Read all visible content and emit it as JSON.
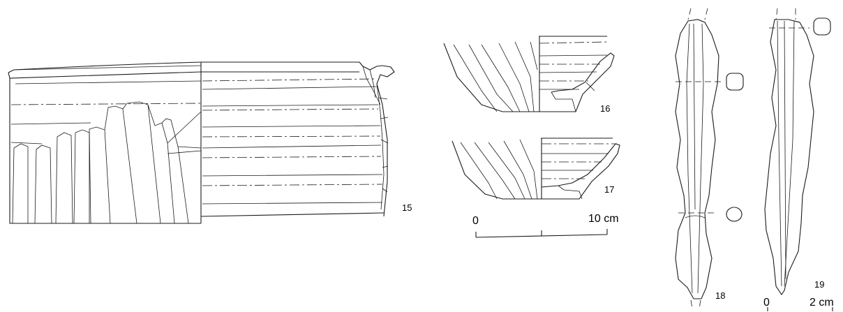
{
  "artifacts": [
    {
      "id": "15",
      "label": "15",
      "kind": "pottery vessel rim sherd"
    },
    {
      "id": "16",
      "label": "16",
      "kind": "pottery bowl base"
    },
    {
      "id": "17",
      "label": "17",
      "kind": "pottery bowl base"
    },
    {
      "id": "18",
      "label": "18",
      "kind": "bone point"
    },
    {
      "id": "19",
      "label": "19",
      "kind": "bone point"
    }
  ],
  "scale_bars": [
    {
      "id": "pottery",
      "start_label": "0",
      "end_label": "10 cm"
    },
    {
      "id": "points",
      "start_label": "0",
      "end_label": "2 cm"
    }
  ],
  "colors": {
    "ink": "#1a1a1a",
    "background": "#ffffff"
  }
}
